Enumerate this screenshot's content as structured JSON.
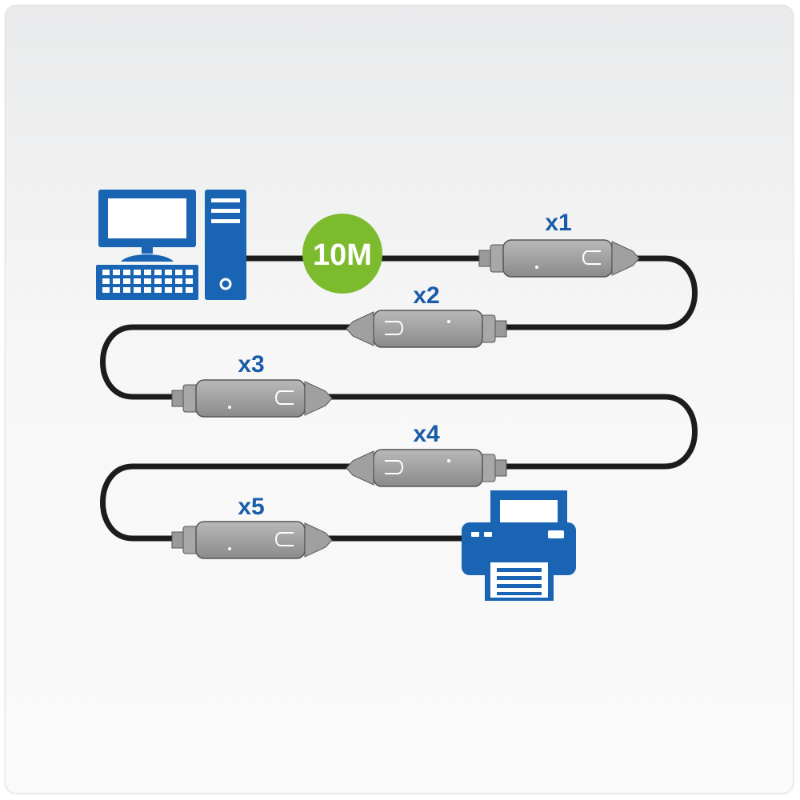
{
  "diagram": {
    "length_badge": {
      "text": "10M",
      "color": "#7dbb2e"
    },
    "extenders": [
      {
        "label": "x1"
      },
      {
        "label": "x2"
      },
      {
        "label": "x3"
      },
      {
        "label": "x4"
      },
      {
        "label": "x5"
      }
    ],
    "devices": {
      "source": {
        "icon": "desktop-computer-icon"
      },
      "target": {
        "icon": "printer-icon"
      }
    },
    "colors": {
      "icon_blue": "#1a64b4",
      "cable": "#1c1c1c",
      "connector": "#9b9b9b",
      "label": "#1a5ca8"
    }
  }
}
